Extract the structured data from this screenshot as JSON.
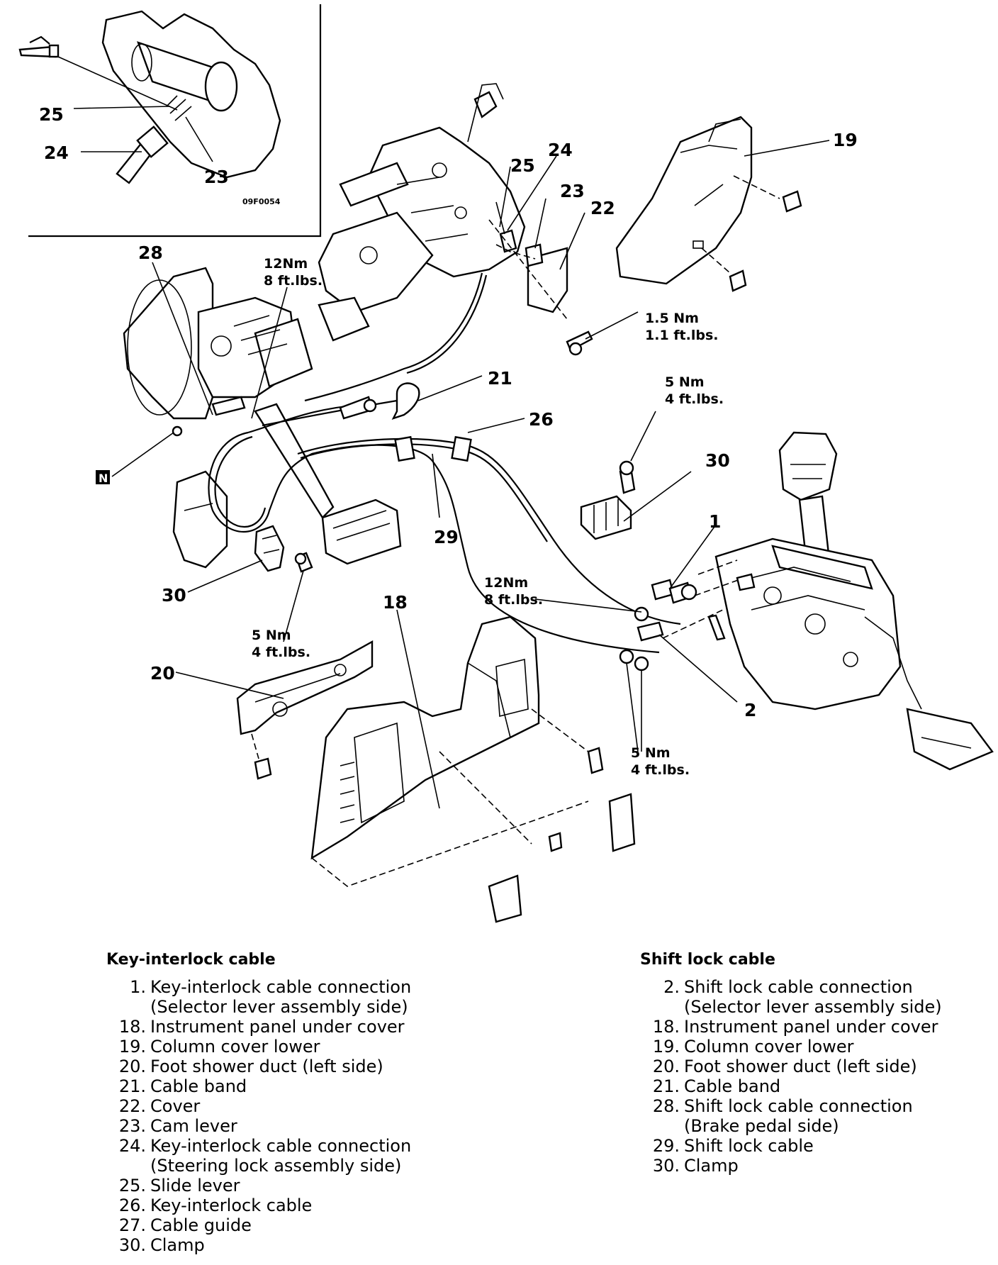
{
  "inset": {
    "code": "09F0054",
    "labels": [
      "25",
      "24",
      "23"
    ]
  },
  "labels": {
    "l19": "19",
    "l25": "25",
    "l24": "24",
    "l23": "23",
    "l22": "22",
    "l28": "28",
    "l21": "21",
    "l26": "26",
    "l30a": "30",
    "l1": "1",
    "l29": "29",
    "l30b": "30",
    "l18": "18",
    "l20": "20",
    "l2": "2",
    "n": "N"
  },
  "torques": {
    "t_col_nm": "12Nm",
    "t_col_ft": "8 ft.lbs.",
    "t_cover_nm": "1.5 Nm",
    "t_cover_ft": "1.1 ft.lbs.",
    "t_clamp_nm": "5 Nm",
    "t_clamp_ft": "4 ft.lbs.",
    "t_sel_nm": "12Nm",
    "t_sel_ft": "8 ft.lbs.",
    "t_duct_nm": "5 Nm",
    "t_duct_ft": "4 ft.lbs.",
    "t_bot_nm": "5 Nm",
    "t_bot_ft": "4 ft.lbs."
  },
  "legend_left": {
    "title": "Key-interlock cable",
    "items": [
      {
        "num": "1.",
        "text": "Key-interlock cable connection",
        "sub": "(Selector lever assembly side)"
      },
      {
        "num": "18.",
        "text": "Instrument panel under cover"
      },
      {
        "num": "19.",
        "text": "Column cover lower"
      },
      {
        "num": "20.",
        "text": "Foot shower duct (left side)"
      },
      {
        "num": "21.",
        "text": "Cable band"
      },
      {
        "num": "22.",
        "text": "Cover"
      },
      {
        "num": "23.",
        "text": "Cam lever"
      },
      {
        "num": "24.",
        "text": "Key-interlock cable connection",
        "sub": "(Steering lock assembly side)"
      },
      {
        "num": "25.",
        "text": "Slide lever"
      },
      {
        "num": "26.",
        "text": "Key-interlock cable"
      },
      {
        "num": "27.",
        "text": "Cable guide"
      },
      {
        "num": "30.",
        "text": "Clamp"
      }
    ]
  },
  "legend_right": {
    "title": "Shift lock cable",
    "items": [
      {
        "num": "2.",
        "text": "Shift lock cable connection",
        "sub": "(Selector lever assembly side)"
      },
      {
        "num": "18.",
        "text": "Instrument panel under cover"
      },
      {
        "num": "19.",
        "text": "Column cover lower"
      },
      {
        "num": "20.",
        "text": "Foot shower duct (left side)"
      },
      {
        "num": "21.",
        "text": "Cable band"
      },
      {
        "num": "28.",
        "text": "Shift lock cable connection",
        "sub": "(Brake pedal side)"
      },
      {
        "num": "29.",
        "text": "Shift lock cable"
      },
      {
        "num": "30.",
        "text": "Clamp"
      }
    ]
  }
}
